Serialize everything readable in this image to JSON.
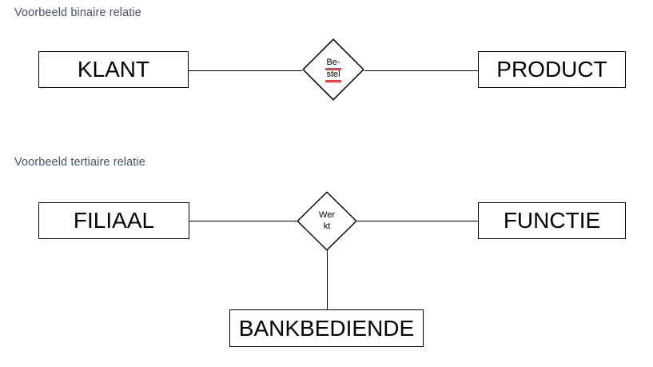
{
  "document": {
    "title": "ER-diagram voorbeelden",
    "background_color": "#ffffff",
    "heading_color": "#44546a",
    "shape_stroke_color": "#000000",
    "spellcheck_underline_color": "#e01b1b"
  },
  "sections": [
    {
      "id": "binaire-relatie",
      "heading": "Voorbeeld binaire relatie",
      "entities": [
        {
          "id": "klant",
          "label": "KLANT"
        },
        {
          "id": "product",
          "label": "PRODUCT"
        }
      ],
      "relationship": {
        "id": "bestelt",
        "lines": [
          "Be-",
          "stel"
        ],
        "spellchecked": true
      }
    },
    {
      "id": "tertiaire-relatie",
      "heading": "Voorbeeld tertiaire relatie",
      "entities": [
        {
          "id": "filiaal",
          "label": "FILIAAL"
        },
        {
          "id": "functie",
          "label": "FUNCTIE"
        },
        {
          "id": "bankbediende",
          "label": "BANKBEDIENDE"
        }
      ],
      "relationship": {
        "id": "werkt",
        "lines": [
          "Wer",
          "kt"
        ],
        "spellchecked": false
      }
    }
  ]
}
